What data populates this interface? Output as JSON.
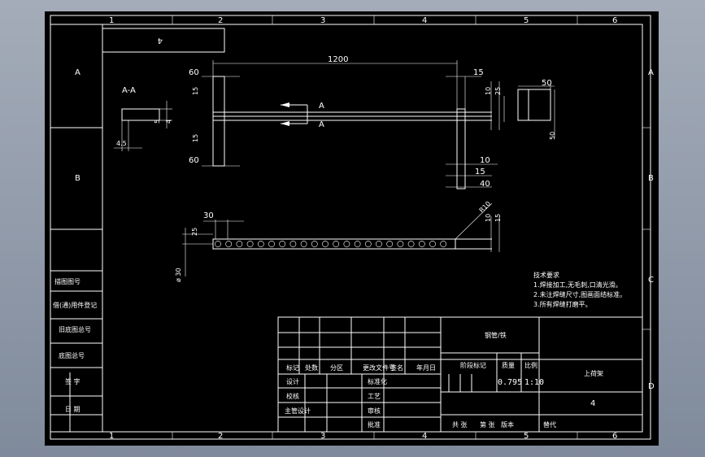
{
  "drawing": {
    "zone_columns": [
      "1",
      "2",
      "3",
      "4",
      "5",
      "6"
    ],
    "zone_rows": [
      "A",
      "B",
      "C",
      "D"
    ],
    "stamp": "4",
    "section_label": "A-A",
    "cut_label": "A",
    "dims": {
      "length": "1200",
      "d60": "60",
      "d15": "15",
      "d5": "5",
      "d4": "4",
      "d45": "4.5",
      "d10": "10",
      "d25": "25",
      "d40": "40",
      "d50": "50",
      "d30": "30",
      "phi30": "ø 30",
      "r10": "R10"
    },
    "tech_notes": [
      "技术要求",
      "1.焊接加工,无毛刺,口清光滑。",
      "2.未注焊缝尺寸,图画面结标准。",
      "3.所有焊缝打磨平。"
    ],
    "left_strip": [
      "借(通)用件登记",
      "旧底图总号",
      "底图总号",
      "签 字",
      "日 期",
      "描图图号"
    ],
    "title_block": {
      "material": "钢管/铁",
      "headers": [
        "标记",
        "处数",
        "分区",
        "更改文件号",
        "签名",
        "年月日"
      ],
      "roles": [
        "设计",
        "校核",
        "主管设计"
      ],
      "roles2": [
        "标准化",
        "工艺",
        "审核",
        "批准"
      ],
      "stage_label": "阶段标记",
      "mass_label": "质量",
      "scale_label": "比例",
      "mass": "0.795",
      "scale": "1:10",
      "part_name": "上荷架",
      "drawing_no": "4",
      "footer": [
        "共 张",
        "第 张",
        "版本",
        "替代"
      ]
    }
  }
}
